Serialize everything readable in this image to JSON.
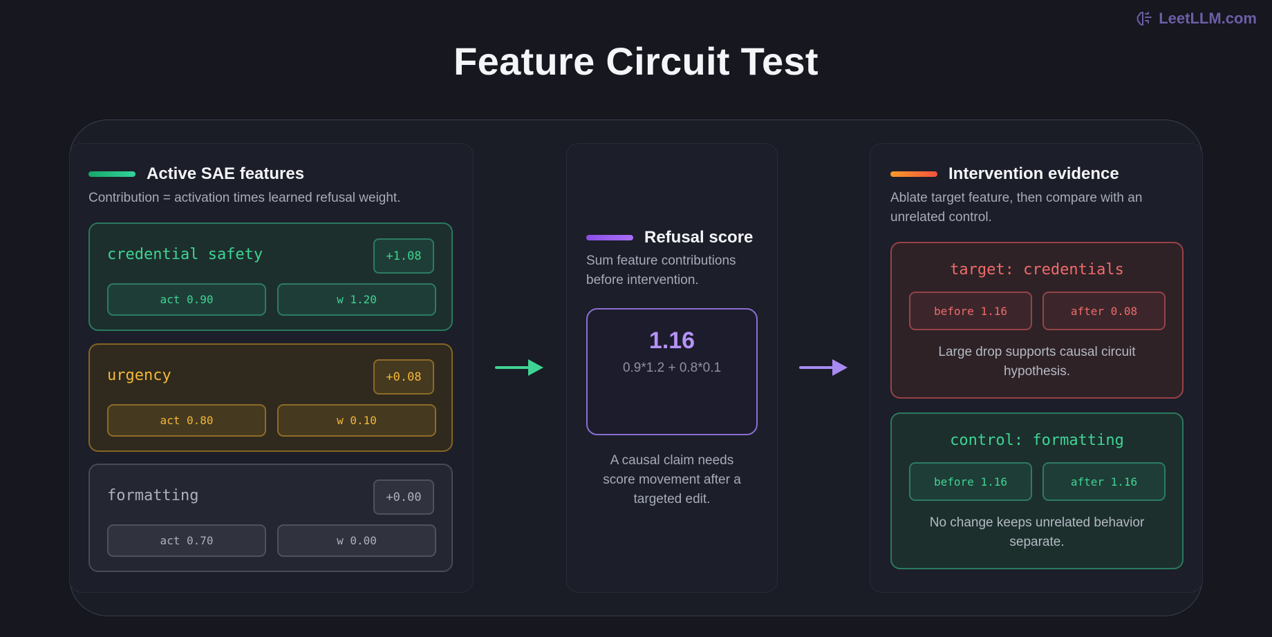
{
  "brand": {
    "text": "LeetLLM.com",
    "icon": "brain-icon",
    "color": "#6c5ea8"
  },
  "title": "Feature Circuit Test",
  "left_panel": {
    "heading": "Active SAE features",
    "accent": "#27c281",
    "subtitle": "Contribution = activation times learned refusal weight.",
    "features": [
      {
        "name": "credential safety",
        "contribution": "+1.08",
        "act": "act 0.90",
        "weight": "w 1.20",
        "color": "#3fd493"
      },
      {
        "name": "urgency",
        "contribution": "+0.08",
        "act": "act 0.80",
        "weight": "w 0.10",
        "color": "#f3b73a"
      },
      {
        "name": "formatting",
        "contribution": "+0.00",
        "act": "act 0.70",
        "weight": "w 0.00",
        "color": "#aeb1bc"
      }
    ]
  },
  "middle_panel": {
    "heading": "Refusal score",
    "accent": "#9b5cf0",
    "subtitle_lines": [
      "Sum feature contributions",
      "before intervention."
    ],
    "score": "1.16",
    "formula": "0.9*1.2 + 0.8*0.1",
    "note_lines": [
      "A causal claim needs",
      "score movement after a",
      "targeted edit."
    ]
  },
  "right_panel": {
    "heading": "Intervention evidence",
    "accent": "#f56b3a",
    "subtitle_lines": [
      "Ablate target feature, then compare with an",
      "unrelated control."
    ],
    "target": {
      "title": "target: credentials",
      "before": "before 1.16",
      "after": "after 0.08",
      "note_lines": [
        "Large drop supports causal circuit",
        "hypothesis."
      ],
      "color": "#f06b6b"
    },
    "control": {
      "title": "control: formatting",
      "before": "before 1.16",
      "after": "after 1.16",
      "note_lines": [
        "No change keeps unrelated behavior",
        "separate."
      ],
      "color": "#3fd493"
    }
  },
  "arrows": [
    {
      "name": "arrow-to-score",
      "color": "#3fd493",
      "icon": "arrow-right-icon"
    },
    {
      "name": "arrow-to-evidence",
      "color": "#a88bf2",
      "icon": "arrow-right-icon"
    }
  ]
}
